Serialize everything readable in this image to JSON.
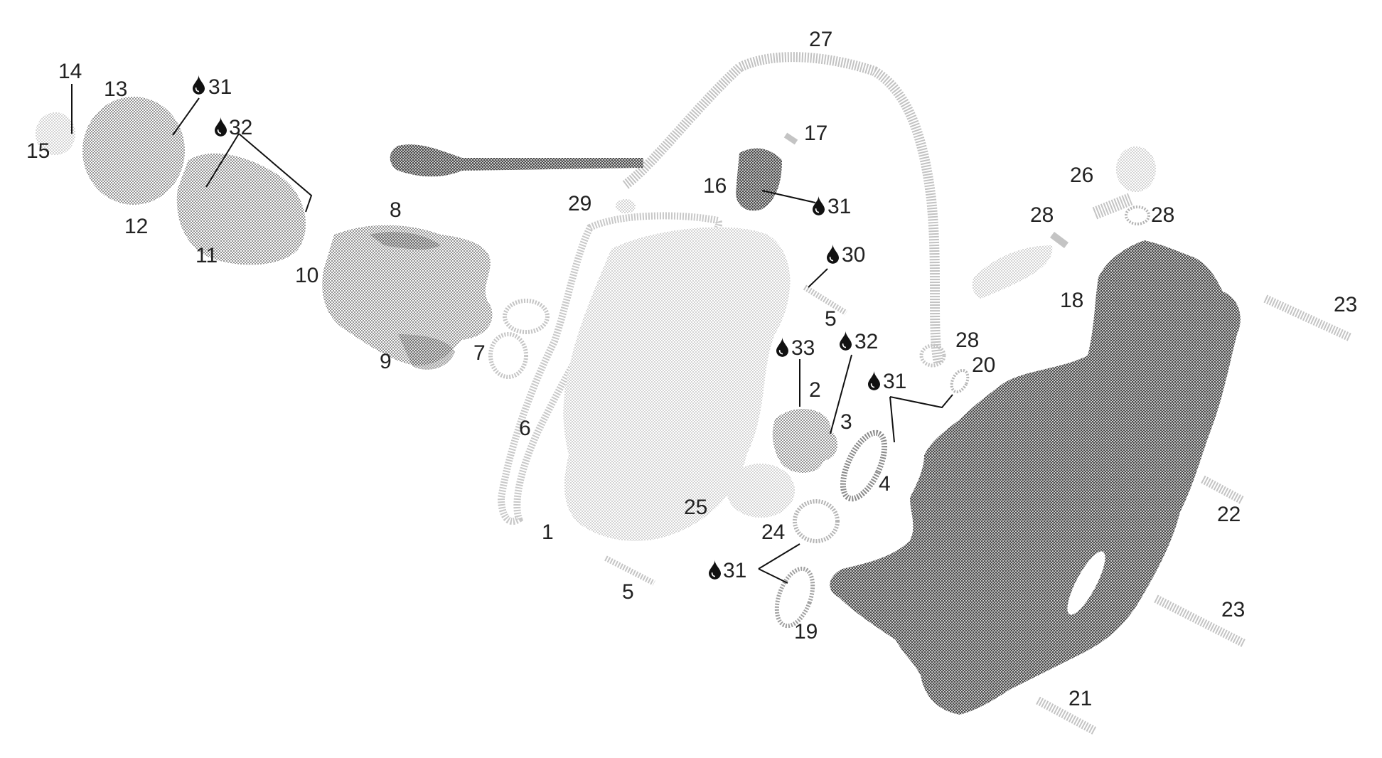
{
  "parts": [
    {
      "key": "p1",
      "text": "1"
    },
    {
      "key": "p2",
      "text": "2"
    },
    {
      "key": "p3",
      "text": "3"
    },
    {
      "key": "p4",
      "text": "4"
    },
    {
      "key": "p5a",
      "text": "5"
    },
    {
      "key": "p5b",
      "text": "5"
    },
    {
      "key": "p6",
      "text": "6"
    },
    {
      "key": "p7",
      "text": "7"
    },
    {
      "key": "p8",
      "text": "8"
    },
    {
      "key": "p9",
      "text": "9"
    },
    {
      "key": "p10",
      "text": "10"
    },
    {
      "key": "p11",
      "text": "11"
    },
    {
      "key": "p12",
      "text": "12"
    },
    {
      "key": "p13",
      "text": "13"
    },
    {
      "key": "p14",
      "text": "14"
    },
    {
      "key": "p15",
      "text": "15"
    },
    {
      "key": "p16",
      "text": "16"
    },
    {
      "key": "p17",
      "text": "17"
    },
    {
      "key": "p18",
      "text": "18"
    },
    {
      "key": "p19",
      "text": "19"
    },
    {
      "key": "p20",
      "text": "20"
    },
    {
      "key": "p21",
      "text": "21"
    },
    {
      "key": "p22",
      "text": "22"
    },
    {
      "key": "p23a",
      "text": "23"
    },
    {
      "key": "p23b",
      "text": "23"
    },
    {
      "key": "p24",
      "text": "24"
    },
    {
      "key": "p25",
      "text": "25"
    },
    {
      "key": "p26",
      "text": "26"
    },
    {
      "key": "p27",
      "text": "27"
    },
    {
      "key": "p28a",
      "text": "28"
    },
    {
      "key": "p28b",
      "text": "28"
    },
    {
      "key": "p28c",
      "text": "28"
    },
    {
      "key": "p29",
      "text": "29"
    }
  ],
  "lubricants": [
    {
      "key": "l31a",
      "text": "31"
    },
    {
      "key": "l32a",
      "text": "32"
    },
    {
      "key": "l31b",
      "text": "31"
    },
    {
      "key": "l30",
      "text": "30"
    },
    {
      "key": "l33",
      "text": "33"
    },
    {
      "key": "l32b",
      "text": "32"
    },
    {
      "key": "l31c",
      "text": "31"
    },
    {
      "key": "l31d",
      "text": "31"
    }
  ],
  "icon": "oil-drop-icon"
}
